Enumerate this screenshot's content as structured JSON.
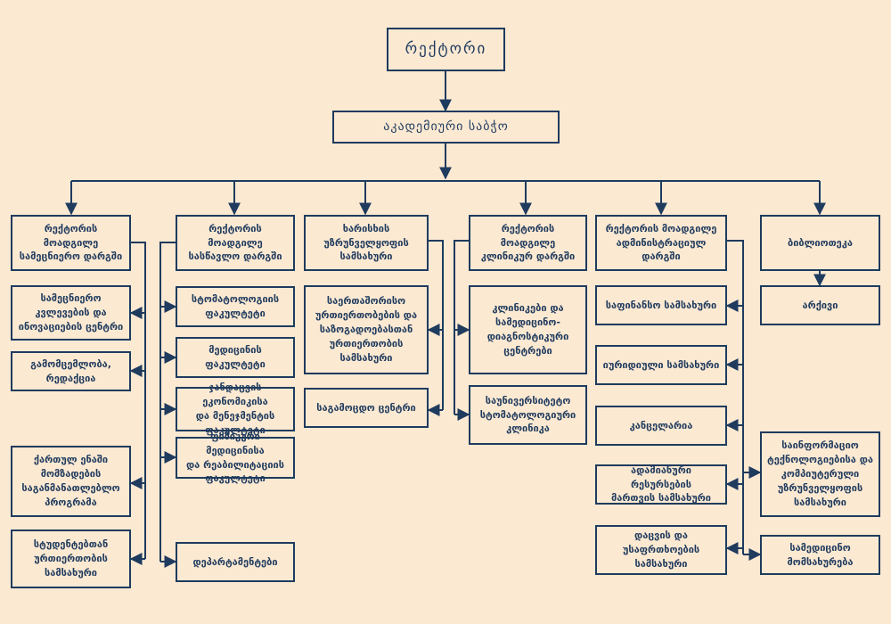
{
  "org": {
    "rector": "რექტორი",
    "academic_council": "აკადემიური საბჭო",
    "vr_scientific": "რექტორის\nმოადგილე\nსამეცნიერო დარგში",
    "vr_academic": "რექტორის\nმოადგილე\nსასწავლო დარგში",
    "quality_service": "ხარისხის\nუზრუნველყოფის\nსამსახური",
    "vr_clinical": "რექტორის\nმოადგილე\nკლინიკურ დარგში",
    "vr_admin": "რექტორის მოადგილე\nადმინისტრაციულ\nდარგში",
    "library": "ბიბლიოთეკა",
    "research_center": "სამეცნიერო\nკვლევების და\nინოვაციების ცენტრი",
    "publishing": "გამომცემლობა,\nრედაქცია",
    "georgian_program": "ქართულ ენაში\nმომზადების\nსაგანმანათლებლო\nპროგრამა",
    "student_relations": "სტუდენტებთან\nურთიერთობის\nსამსახური",
    "faculty_dentistry": "სტომატოლოგიის\nფაკულტეტი",
    "faculty_medicine": "მედიცინის\nფაკულტეტი",
    "faculty_health_econ": "ჯანდაცვის ეკონომიკისა\nდა მენეჯმენტის\nფაკულტეტი",
    "faculty_physical_med": "ფიზიკური მედიცინისა\nდა რეაბილიტაციის\nფაკულტეტი",
    "departments": "დეპარტამენტები",
    "foreign_relations": "საერთაშორისო\nურთიერთობების და\nსაზოგადოებასთან\nურთიერთობის\nსამსახური",
    "testing_center": "საგამოცდო ცენტრი",
    "clinical_diag_centers": "კლინიკები და\nსამედიცინო-\nდიაგნოსტიკური\nცენტრები",
    "dental_clinic": "საუნივერსიტეტო\nსტომატოლოგიური\nკლინიკა",
    "finance_service": "საფინანსო სამსახური",
    "legal_service": "იურიდიული სამსახური",
    "chancellery": "კანცელარია",
    "hr_service": "ადამიანური რესურსების\nმართვის სამსახური",
    "security_service": "დაცვის და\nუსაფრთხოების\nსამსახური",
    "archive": "არქივი",
    "it_service": "საინფორმაციო\nტექნოლოგიებისა და\nკომპიუტერული\nუზრუნველყოფის\nსამსახური",
    "medical_service": "სამედიცინო\nმომსახურება"
  },
  "colors": {
    "line": "#1f3b5e",
    "background": "#fce9d2"
  }
}
